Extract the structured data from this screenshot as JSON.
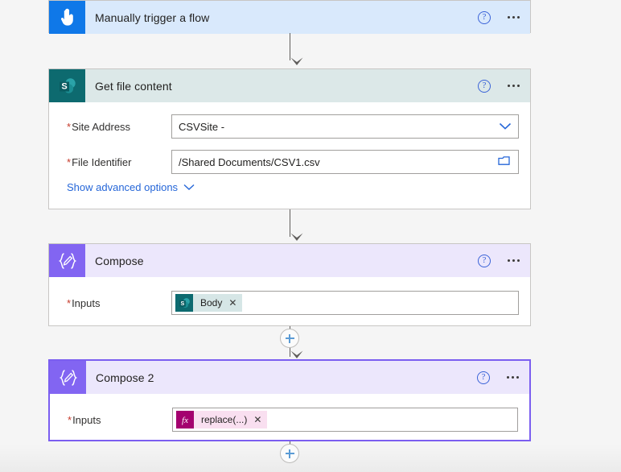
{
  "canvas": {
    "background": "#f5f5f5",
    "selected_accent": "#7b5ef0"
  },
  "cards": [
    {
      "id": "manually-trigger-a-flow",
      "title": "Manually trigger a flow",
      "icon": "hand-tap-icon",
      "header_color": "#d9e9fc",
      "icon_color": "#0f78e8",
      "help_label": "?",
      "menu_label": "More commands",
      "selected": false
    },
    {
      "id": "get-file-content",
      "title": "Get file content",
      "icon": "sharepoint-icon",
      "header_color": "#dce8e8",
      "icon_color": "#0d6a6f",
      "help_label": "?",
      "menu_label": "More commands",
      "selected": false,
      "fields": [
        {
          "label": "Site Address",
          "required": true,
          "value": "CSVSite -",
          "control": "dropdown",
          "trailing_icon": "chevron-down-icon"
        },
        {
          "label": "File Identifier",
          "required": true,
          "value": "/Shared Documents/CSV1.csv",
          "control": "picker",
          "trailing_icon": "folder-icon"
        }
      ],
      "advanced_link": {
        "label": "Show advanced options",
        "icon": "chevron-down-icon",
        "color": "#2566d8"
      }
    },
    {
      "id": "compose",
      "title": "Compose",
      "icon": "compose-braces-pencil-icon",
      "header_color": "#ece7fc",
      "icon_color": "#8265f2",
      "help_label": "?",
      "menu_label": "More commands",
      "selected": false,
      "fields": [
        {
          "label": "Inputs",
          "required": true,
          "control": "token-input",
          "token": {
            "text": "Body",
            "icon": "sharepoint-icon",
            "icon_color": "#0d6a6f",
            "chip_color": "#d6e6e6",
            "remove_label": "✕"
          }
        }
      ]
    },
    {
      "id": "compose-2",
      "title": "Compose 2",
      "icon": "compose-braces-pencil-icon",
      "header_color": "#ece7fc",
      "icon_color": "#8265f2",
      "help_label": "?",
      "menu_label": "More commands",
      "selected": true,
      "fields": [
        {
          "label": "Inputs",
          "required": true,
          "control": "token-input",
          "token": {
            "text": "replace(...)",
            "icon": "fx-icon",
            "icon_color": "#a4016f",
            "chip_color": "#f9dff0",
            "remove_label": "✕"
          }
        }
      ]
    }
  ],
  "connectors": [
    {
      "id": "trigger-to-getfile",
      "type": "arrow"
    },
    {
      "id": "getfile-to-compose",
      "type": "arrow"
    },
    {
      "id": "compose-to-compose2",
      "type": "plus-arrow",
      "plus_label": "+"
    },
    {
      "id": "compose2-to-next",
      "type": "plus-arrow",
      "plus_label": "+"
    }
  ]
}
